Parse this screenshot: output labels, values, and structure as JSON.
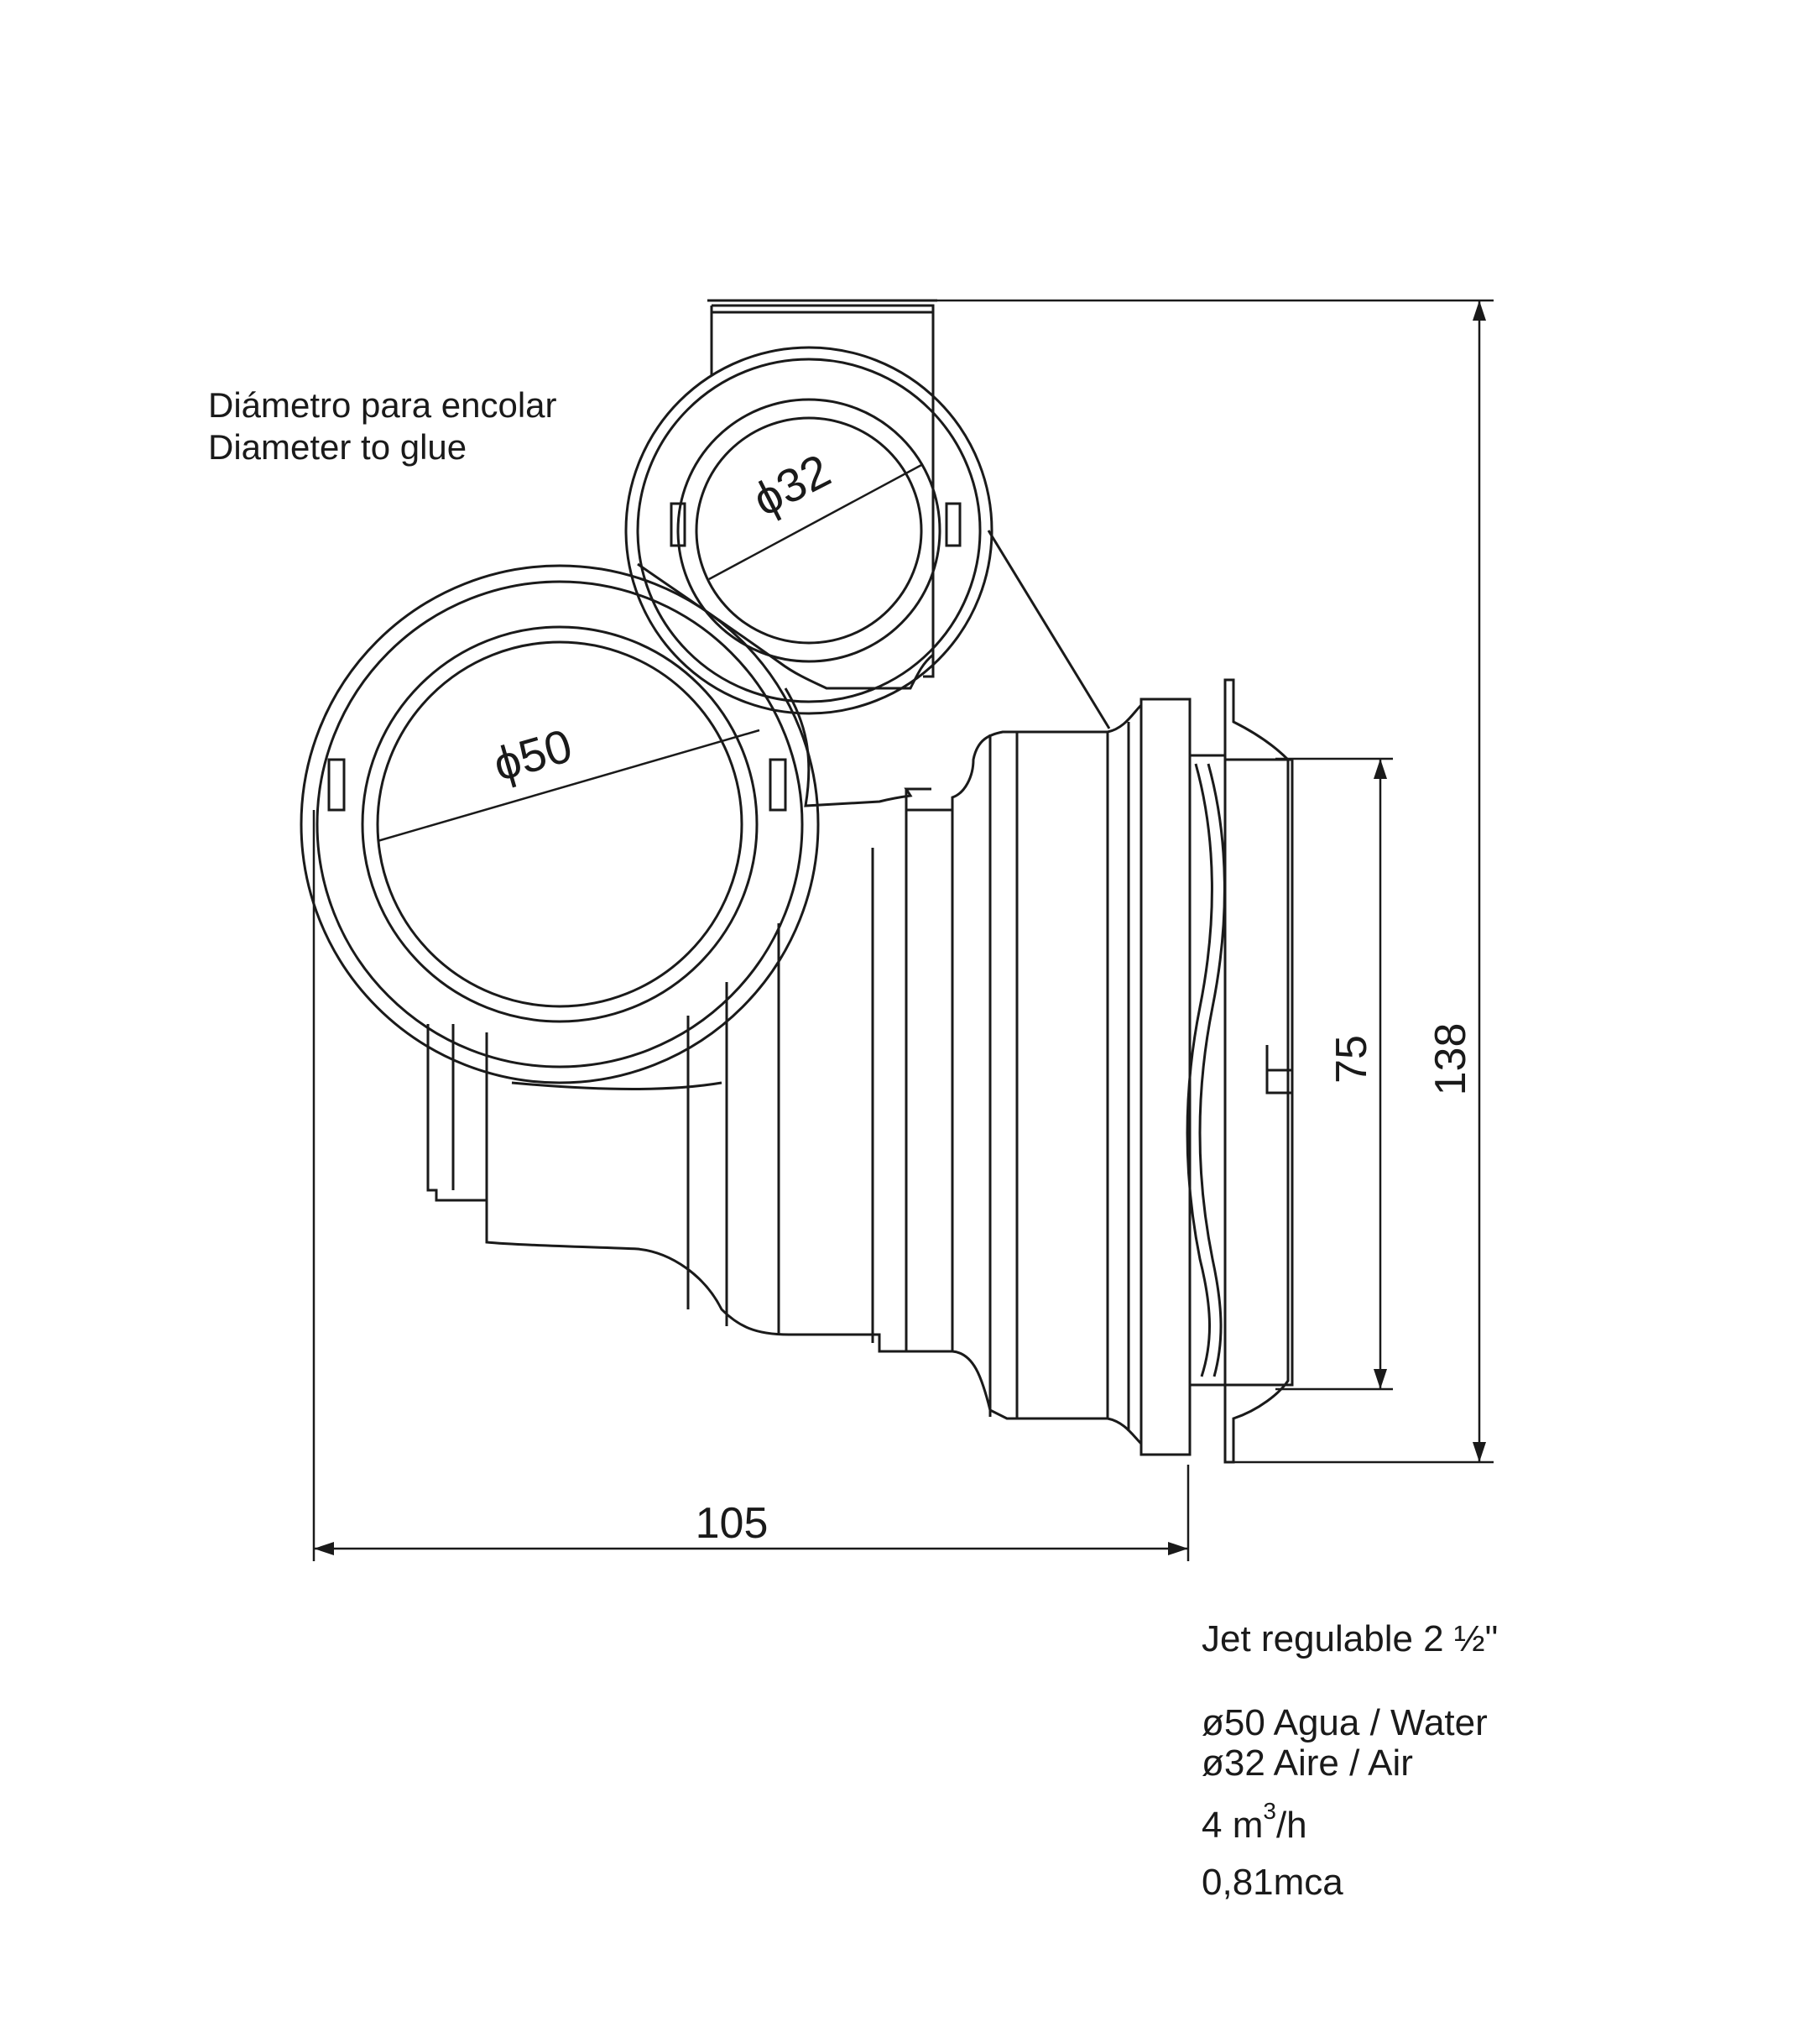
{
  "annotation": {
    "line1": "Diámetro para encolar",
    "line2": "Diameter to glue"
  },
  "dimensions": {
    "dia_small": "ϕ32",
    "dia_large": "ϕ50",
    "width": "105",
    "inner_height": "75",
    "overall_height": "138"
  },
  "specs": {
    "title": "Jet regulable 2 ½\"",
    "water": "ø50 Agua / Water",
    "air": "ø32 Aire / Air",
    "flow_value": "4 m",
    "flow_exp": "3",
    "flow_unit": "/h",
    "pressure": "0,81mca"
  },
  "colors": {
    "line": "#1a1a1a",
    "background": "#ffffff"
  }
}
